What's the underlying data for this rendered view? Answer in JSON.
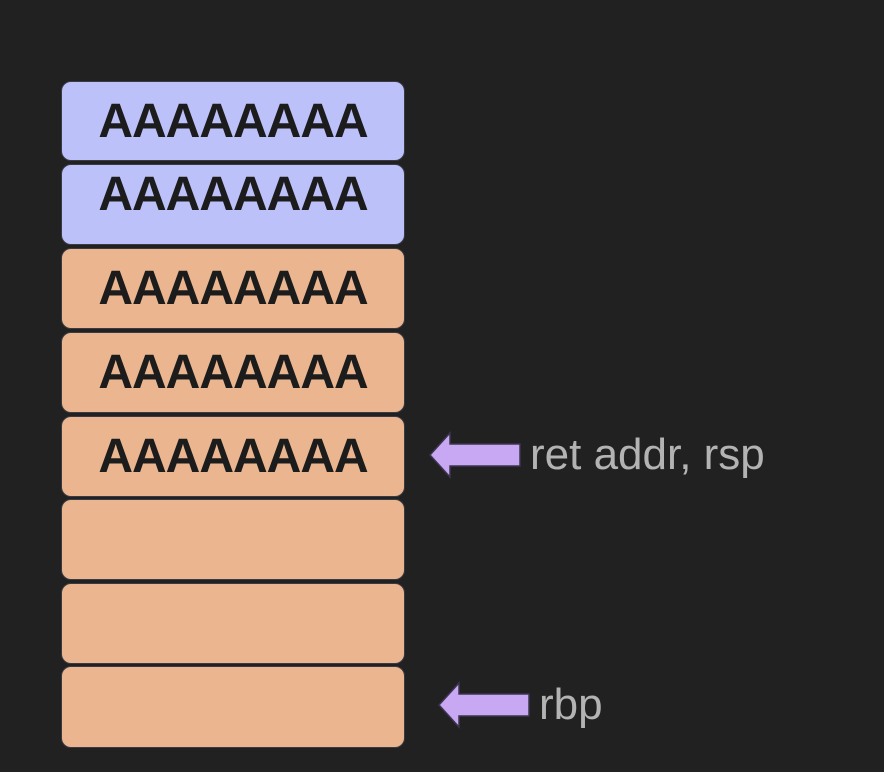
{
  "stack": {
    "cells": [
      {
        "text": "AAAAAAAA",
        "color": "#bcc1fa"
      },
      {
        "text": "AAAAAAAA",
        "color": "#bcc1fa"
      },
      {
        "text": "AAAAAAAA",
        "color": "#ebb68f"
      },
      {
        "text": "AAAAAAAA",
        "color": "#ebb68f"
      },
      {
        "text": "AAAAAAAA",
        "color": "#ebb68f"
      },
      {
        "text": "",
        "color": "#ebb68f"
      },
      {
        "text": "",
        "color": "#ebb68f"
      },
      {
        "text": "",
        "color": "#ebb68f"
      }
    ]
  },
  "pointers": {
    "ret": {
      "label": "ret addr, rsp",
      "color": "#c8a8f2"
    },
    "rbp": {
      "label": "rbp",
      "color": "#c8a8f2"
    }
  }
}
